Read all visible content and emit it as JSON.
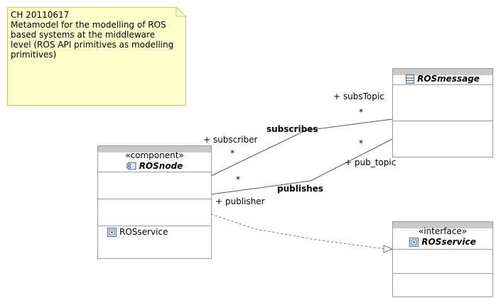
{
  "note": {
    "text": "CH 20110617\nMetamodel for the modelling of ROS\nbased systems at the middleware\nlevel (ROS API primitives as modelling\nprimitives)"
  },
  "classes": {
    "rosnode": {
      "stereotype": "«component»",
      "name": "ROSnode",
      "operation": "ROSservice"
    },
    "rosmessage": {
      "name": "ROSmessage"
    },
    "rosservice": {
      "stereotype": "«interface»",
      "name": "ROSservice"
    }
  },
  "associations": {
    "subscribes": {
      "name": "subscribes",
      "source_role": "+ subscriber",
      "source_mult": "*",
      "target_role": "+ subsTopic",
      "target_mult": "*"
    },
    "publishes": {
      "name": "publishes",
      "source_role": "+ publisher",
      "source_mult": "*",
      "target_role": "+ pub_topic",
      "target_mult": "*"
    }
  },
  "colors": {
    "note_fill": "#ffffcc",
    "note_border": "#c8c864",
    "header_fill": "#c8c8c8",
    "border": "#999999"
  },
  "icons": {
    "component": "component-icon",
    "message": "class-icon",
    "interface": "interface-icon",
    "operation": "operation-icon"
  }
}
